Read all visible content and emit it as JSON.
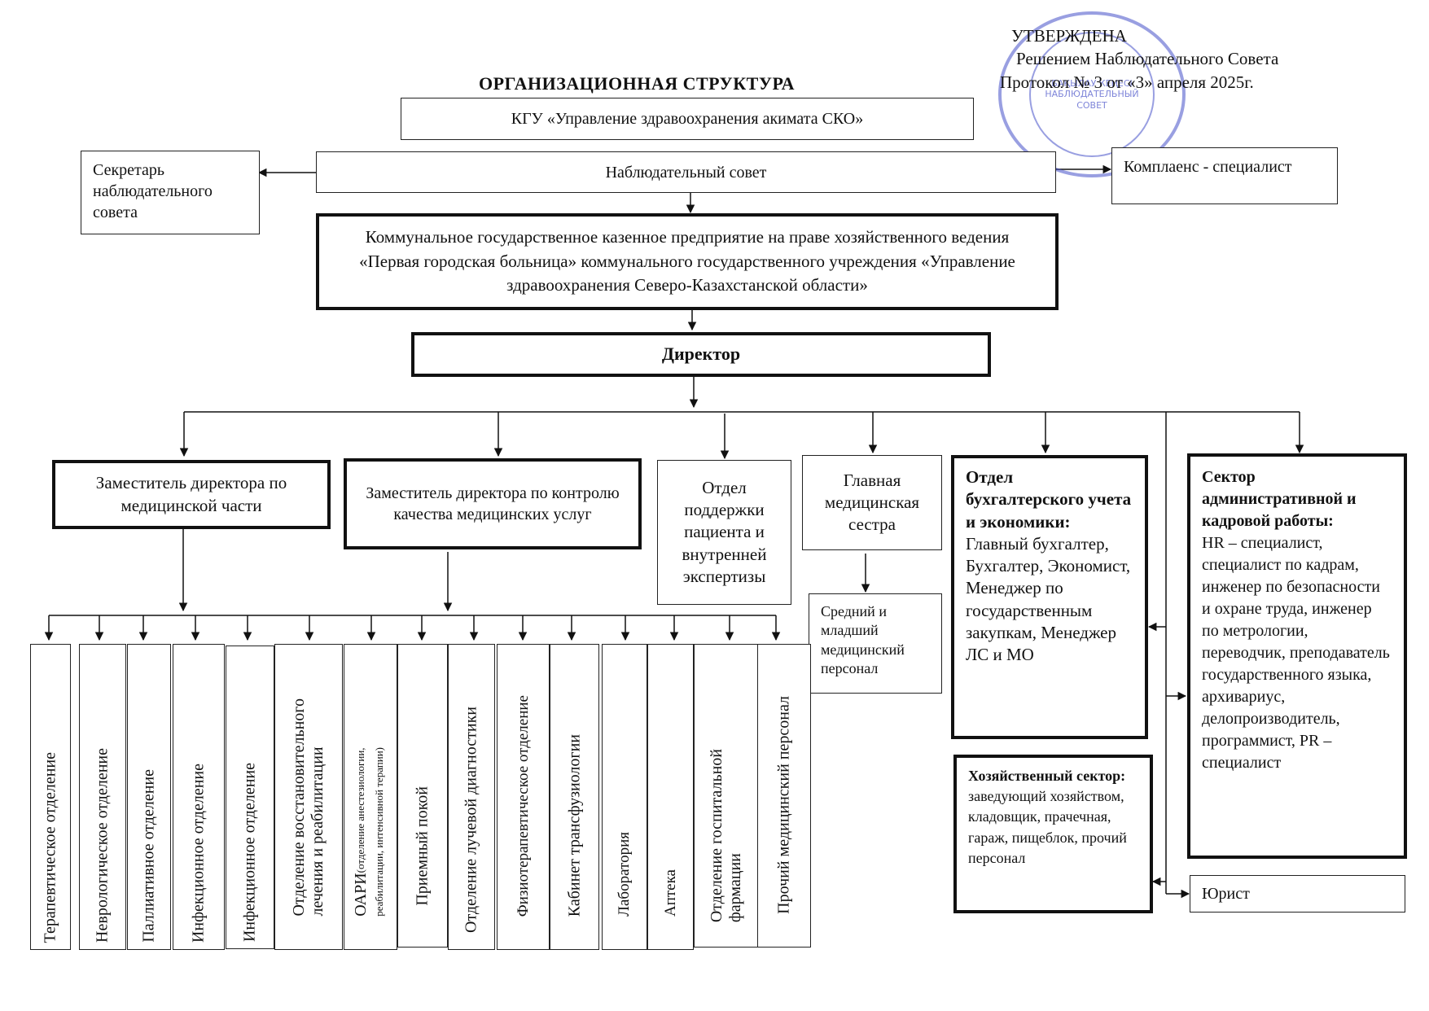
{
  "title": "ОРГАНИЗАЦИОННАЯ СТРУКТУРА",
  "approval": {
    "line1": "УТВЕРЖДЕНА",
    "line2": "Решением Наблюдательного Совета",
    "line3": "Протокол № 3 от «3» апреля 2025г."
  },
  "seal": {
    "text1": "БАҚЫЛАУ КЕҢЕСІ",
    "text2": "НАБЛЮДАТЕЛЬНЫЙ",
    "text3": "СОВЕТ"
  },
  "nodes": {
    "kgu": "КГУ «Управление здравоохранения акимата СКО»",
    "supervisory_board": "Наблюдательный совет",
    "board_secretary": "Секретарь наблюдательного совета",
    "compliance": "Комплаенс - специалист",
    "enterprise": "Коммунальное государственное казенное предприятие на праве хозяйственного ведения «Первая городская больница» коммунального государственного учреждения «Управление здравоохранения Северо-Казахстанской области»",
    "director": "Директор",
    "deputy_medical": "Заместитель директора по медицинской части",
    "deputy_quality": "Заместитель директора по контролю качества медицинских услуг",
    "patient_support": "Отдел поддержки пациента и внутренней экспертизы",
    "head_nurse": "Главная медицинская сестра",
    "nursing_staff": "Средний и младший медицинский персонал",
    "accounting_title": "Отдел бухгалтерского учета и экономики:",
    "accounting_body": "Главный бухгалтер, Бухгалтер, Экономист, Менеджер по государственным закупкам, Менеджер ЛС и МО",
    "admin_title": "Сектор административной и кадровой работы:",
    "admin_body": "HR – специалист, специалист по кадрам, инженер по безопасности и охране труда, инженер по метрологии, переводчик, преподаватель государственного языка, архивариус, делопроизводитель, программист, PR – специалист",
    "household_title": "Хозяйственный сектор:",
    "household_body": "заведующий хозяйством, кладовщик, прачечная, гараж, пищеблок, прочий персонал",
    "lawyer": "Юрист"
  },
  "departments": [
    {
      "label": "Терапевтическое отделение"
    },
    {
      "label": "Неврологическое отделение"
    },
    {
      "label": "Паллиативное отделение"
    },
    {
      "label": "Инфекционное отделение"
    },
    {
      "label": "Инфекционное отделение"
    },
    {
      "label": "Отделение восстановительного",
      "label2": "лечения и реабилитации"
    },
    {
      "label": "ОАРИ",
      "small": "(отделение анестезиологии,",
      "small2": "реабилитации, интенсивной терапии)"
    },
    {
      "label": "Приемный покой"
    },
    {
      "label": "Отделение лучевой диагностики"
    },
    {
      "label": "Физиотерапевтическое отделение"
    },
    {
      "label": "Кабинет трансфузиологии"
    },
    {
      "label": "Лаборатория"
    },
    {
      "label": "Аптека"
    },
    {
      "label": "Отделение госпитальной",
      "label2": "фармации"
    },
    {
      "label": "Прочий медицинский персонал"
    }
  ]
}
